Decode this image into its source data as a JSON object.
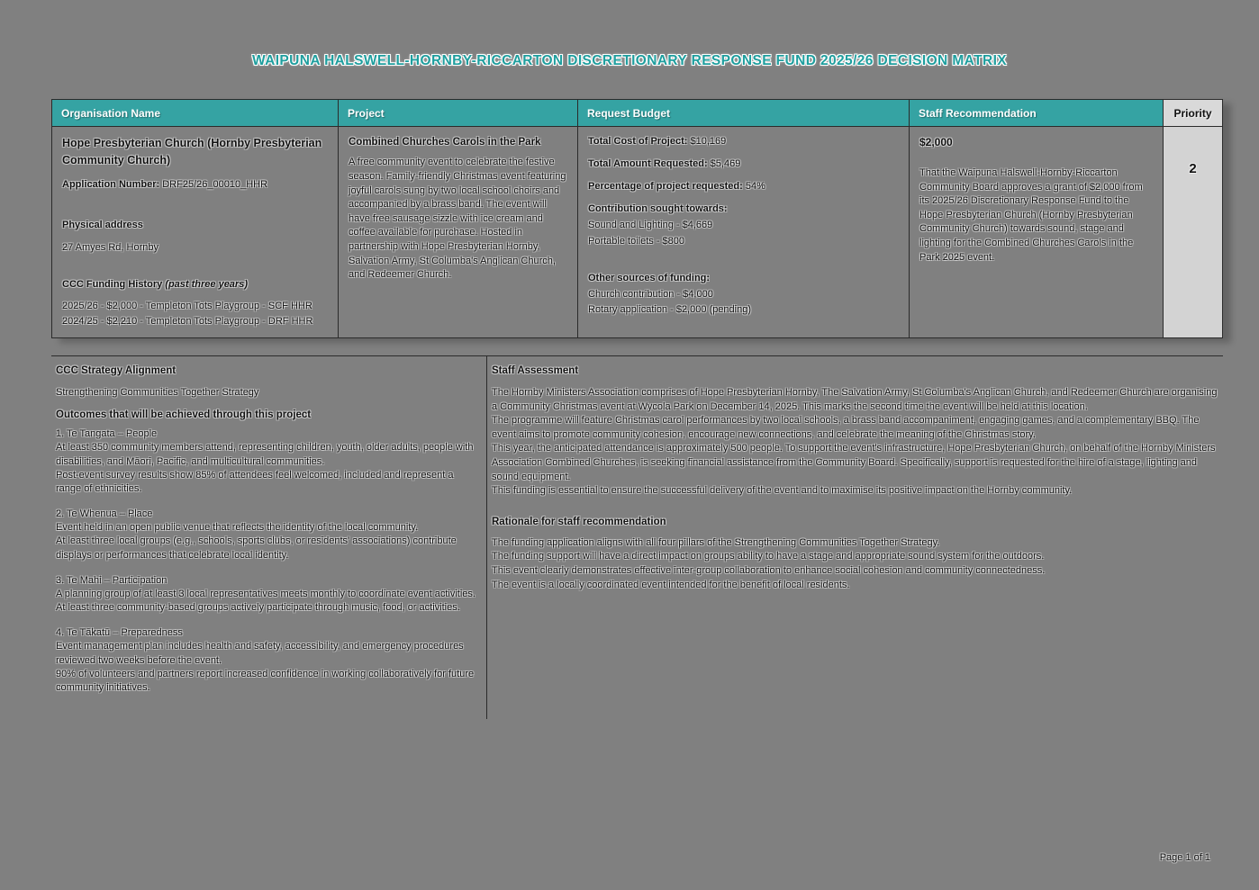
{
  "title": "WAIPUNA HALSWELL-HORNBY-RICCARTON DISCRETIONARY RESPONSE FUND 2025/26 DECISION MATRIX",
  "colors": {
    "accent_teal": "#35A3A3",
    "priority_header_bg": "#D9D9D9",
    "priority_cell_bg": "#D3D3D3",
    "page_bg": "#808080",
    "title_teal": "#1F9E9E"
  },
  "table": {
    "headers": [
      "Organisation Name",
      "Project",
      "Request Budget",
      "Staff Recommendation",
      "Priority"
    ]
  },
  "organisation": {
    "name": "Hope Presbyterian Church (Hornby Presbyterian Community Church)",
    "application_number_label": "Application Number:",
    "application_number": "DRF25/26_00010_HHR",
    "physical_address_label": "Physical address",
    "physical_address": "27 Amyes Rd, Hornby",
    "funding_history_label": "CCC Funding History",
    "funding_history_note": "(past three years)",
    "funding_history": [
      "2025/26 - $2,000 - Templeton Tots Playgroup - SCF HHR",
      "2024/25 - $2,210 - Templeton Tots Playgroup - DRF HHR"
    ]
  },
  "project": {
    "name": "Combined Churches Carols in the Park",
    "description": "A free community event to celebrate the festive season. Family-friendly Christmas event featuring joyful carols sung by two local school choirs and accompanied by a brass band. The event will have free sausage sizzle with ice cream and coffee available for purchase. Hosted in partnership with Hope Presbyterian Hornby, Salvation Army, St Columba's Anglican Church, and Redeemer Church."
  },
  "budget": {
    "total_cost_label": "Total Cost of Project:",
    "total_cost": "$10,169",
    "total_requested_label": "Total Amount Requested:",
    "total_requested": "$5,469",
    "percentage_label": "Percentage of project requested:",
    "percentage": "54%",
    "contribution_label": "Contribution sought towards:",
    "contribution_items": [
      "Sound and Lighting - $4,669",
      "Portable toilets - $800"
    ],
    "other_sources_label": "Other sources of funding:",
    "other_sources": [
      "Church contribution - $4,000",
      "Rotary application - $2,000 (pending)"
    ]
  },
  "staff_recommendation": {
    "amount": "$2,000",
    "text": "That the Waipuna Halswell-Hornby-Riccarton Community Board approves a grant of $2,000 from its 2025/26 Discretionary Response Fund to the Hope Presbyterian Church (Hornby Presbyterian Community Church) towards sound, stage and lighting for the Combined Churches Carols in the Park 2025 event."
  },
  "priority": "2",
  "strategy": {
    "heading": "CCC Strategy Alignment",
    "strategy_name": "Strengthening Communities Together Strategy",
    "outcomes_heading": "Outcomes that will be achieved through this project",
    "outcomes": [
      {
        "title": "1. Te Tangata – People",
        "lines": [
          "At least 350 community members attend, representing children, youth, older adults, people with disabilities, and Māori, Pacific, and multicultural communities.",
          "Post-event survey results show 85% of attendees feel welcomed, included and represent a range of ethnicities."
        ]
      },
      {
        "title": "2. Te Whenua – Place",
        "lines": [
          "Event held in an open public venue that reflects the identity of the local community.",
          "At least three local groups (e.g., schools, sports clubs, or residents' associations) contribute displays or performances that celebrate local identity."
        ]
      },
      {
        "title": "3. Te Mahi – Participation",
        "lines": [
          "A planning group of at least 3 local representatives meets monthly to coordinate event activities.",
          "At least three community-based groups actively participate through music, food, or activities."
        ]
      },
      {
        "title": "4. Te Tākatū – Preparedness",
        "lines": [
          "Event management plan includes health and safety, accessibility, and emergency procedures reviewed two weeks before the event.",
          "90% of volunteers and partners report increased confidence in working collaboratively for future community initiatives."
        ]
      }
    ]
  },
  "assessment": {
    "heading": "Staff Assessment",
    "paragraphs": [
      "The Hornby Ministers Association comprises of Hope Presbyterian Hornby, The Salvation Army, St Columba's Anglican Church, and Redeemer Church are organising a Community Christmas event at Wycola Park on December 14, 2025. This marks the second time the event will be held at this location.",
      "The programme will feature Christmas carol performances by two local schools, a brass band accompaniment, engaging games, and a complementary BBQ. The event aims to promote community cohesion, encourage new connections, and celebrate the meaning of the Christmas story.",
      "This year, the anticipated attendance is approximately 500 people. To support the event's infrastructure, Hope Presbyterian Church, on behalf of the Hornby Ministers Association Combined Churches, is seeking financial assistance from the Community Board. Specifically, support is requested for the hire of a stage, lighting and sound equipment.",
      "This funding is essential to ensure the successful delivery of the event and to maximise its positive impact on the Hornby community."
    ],
    "rationale_heading": "Rationale for staff recommendation",
    "rationale": [
      "The funding application aligns with all four pillars of the Strengthening Communities Together Strategy.",
      "The funding support will have a direct impact on groups ability to have a stage and appropriate sound system for the outdoors.",
      "This event clearly demonstrates effective inter-group collaboration to enhance social cohesion and community connectedness.",
      "The event is a locally coordinated event intended for the benefit of local residents."
    ]
  },
  "footer": {
    "page_label": "Page 1 of 1"
  }
}
